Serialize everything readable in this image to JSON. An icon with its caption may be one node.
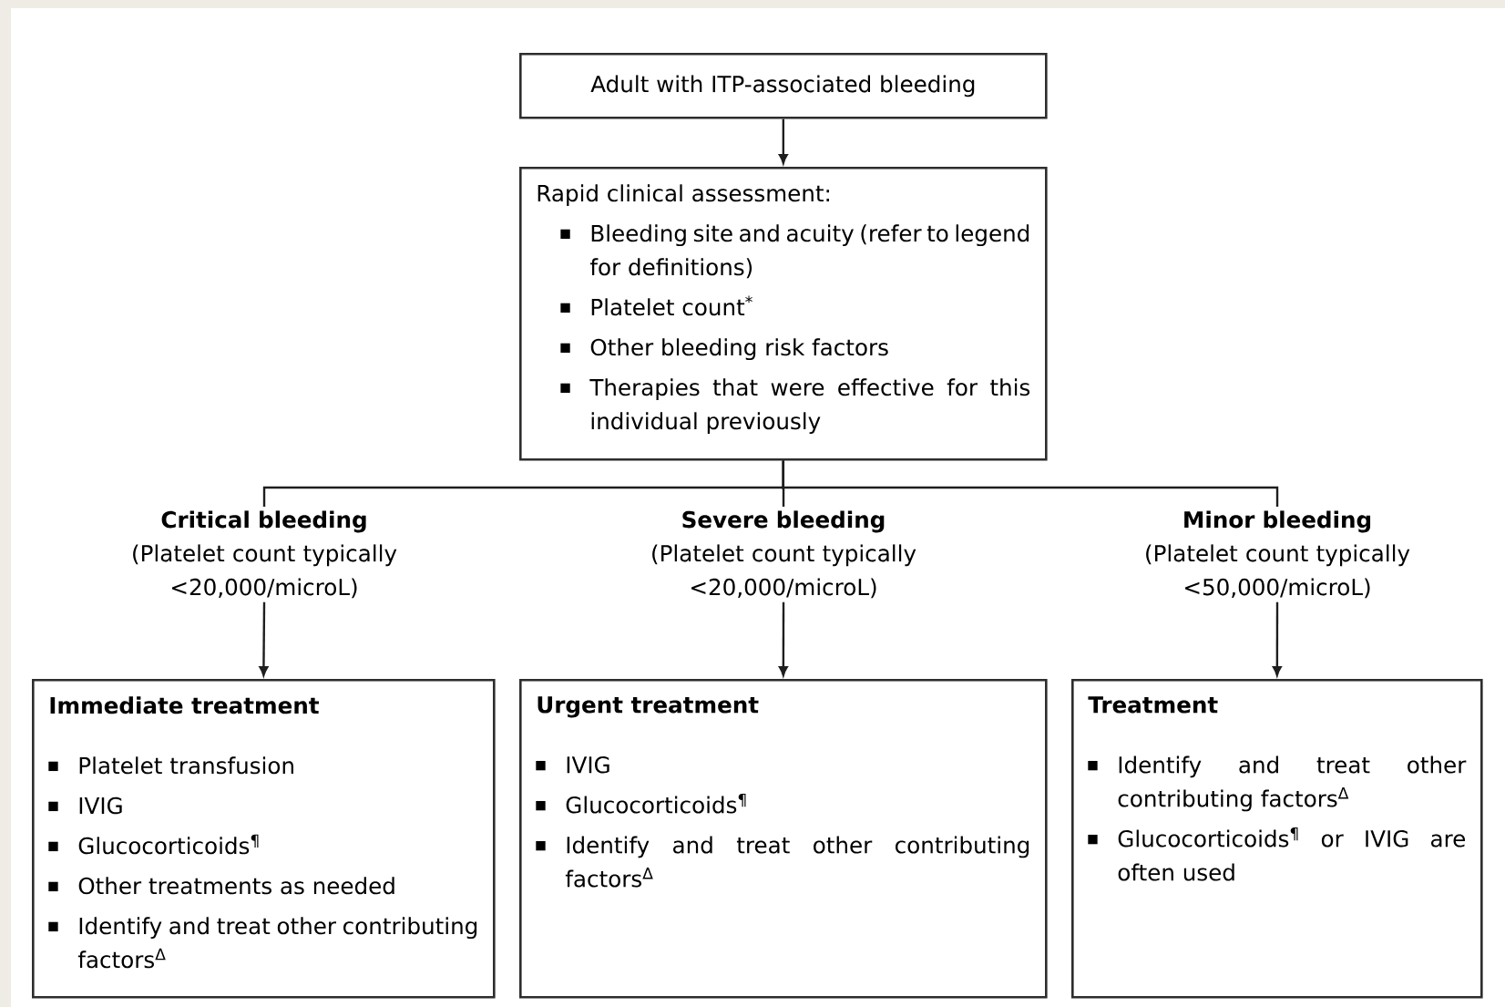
{
  "diagram": {
    "nodes": [
      {
        "text": [
          "Adult with ITP-associated bleeding"
        ]
      },
      {
        "text": [
          "Rapid clinical assessment:",
          "Bleeding site and acuity (refer to legend for definitions)",
          "Platelet count$^{*}$",
          "Other bleeding risk factors",
          "Therapies that were effective for this individual previously"
        ]
      },
      {
        "text": [
          "Critical bleeding",
          "(Platelet count typically <20,000/microL)"
        ]
      },
      {
        "text": [
          "Severe bleeding",
          "(Platelet count typically <20,000/microL)"
        ]
      },
      {
        "text": [
          "Minor bleeding",
          "(Platelet count typically <50,000/microL)"
        ]
      },
      {
        "text": [
          "Immediate treatment",
          "Platelet transfusion",
          "IVIG",
          "Glucocorticoids$^{¶}$",
          "Other treatments as needed",
          "Identify and treat other contributing factors$^{Δ}$"
        ]
      },
      {
        "text": [
          "Urgent treatment",
          "IVIG",
          "Glucocorticoids$^{¶}$",
          "Identify and treat other contributing factors$^{Δ}$"
        ]
      },
      {
        "text": [
          "Treatment",
          "Identify and treat other contributing factors$^{Δ}$",
          "Glucocorticoids$^{¶}$ or IVIG are often used"
        ]
      }
    ],
    "edges": [
      {
        "from": 0,
        "to": 1,
        "arrow": "to"
      },
      {
        "from": 1,
        "to": 2,
        "arrow": "none"
      },
      {
        "from": 1,
        "to": 3,
        "arrow": "none"
      },
      {
        "from": 1,
        "to": 4,
        "arrow": "none"
      },
      {
        "from": 2,
        "to": 5,
        "arrow": "to"
      },
      {
        "from": 3,
        "to": 6,
        "arrow": "to"
      },
      {
        "from": 4,
        "to": 7,
        "arrow": "to"
      }
    ]
  }
}
